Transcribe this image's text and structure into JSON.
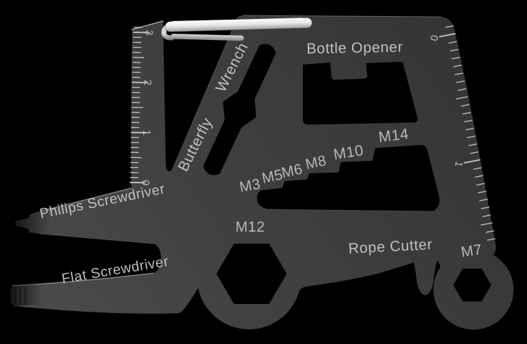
{
  "scene": {
    "background_color": "#000000",
    "card_color": "#3c3c3e",
    "etch_color": "#c6c9cb",
    "clip_color": "#d9d9d9"
  },
  "tools": {
    "bottle_opener": "Bottle Opener",
    "butterfly_line1": "Butterfly",
    "butterfly_line2": "Wrench",
    "philips_screwdriver": "Philips Screwdriver",
    "flat_screwdriver": "Flat Screwdriver",
    "rope_cutter": "Rope Cutter",
    "wrench_sizes": [
      "M3",
      "M5",
      "M6",
      "M8",
      "M10",
      "M14"
    ],
    "hex_m12": "M12",
    "hex_m7": "M7"
  },
  "rulers": {
    "left": {
      "numbers": [
        "3",
        "2",
        "1",
        "0"
      ]
    },
    "right": {
      "numbers": [
        "0",
        "1"
      ]
    }
  }
}
